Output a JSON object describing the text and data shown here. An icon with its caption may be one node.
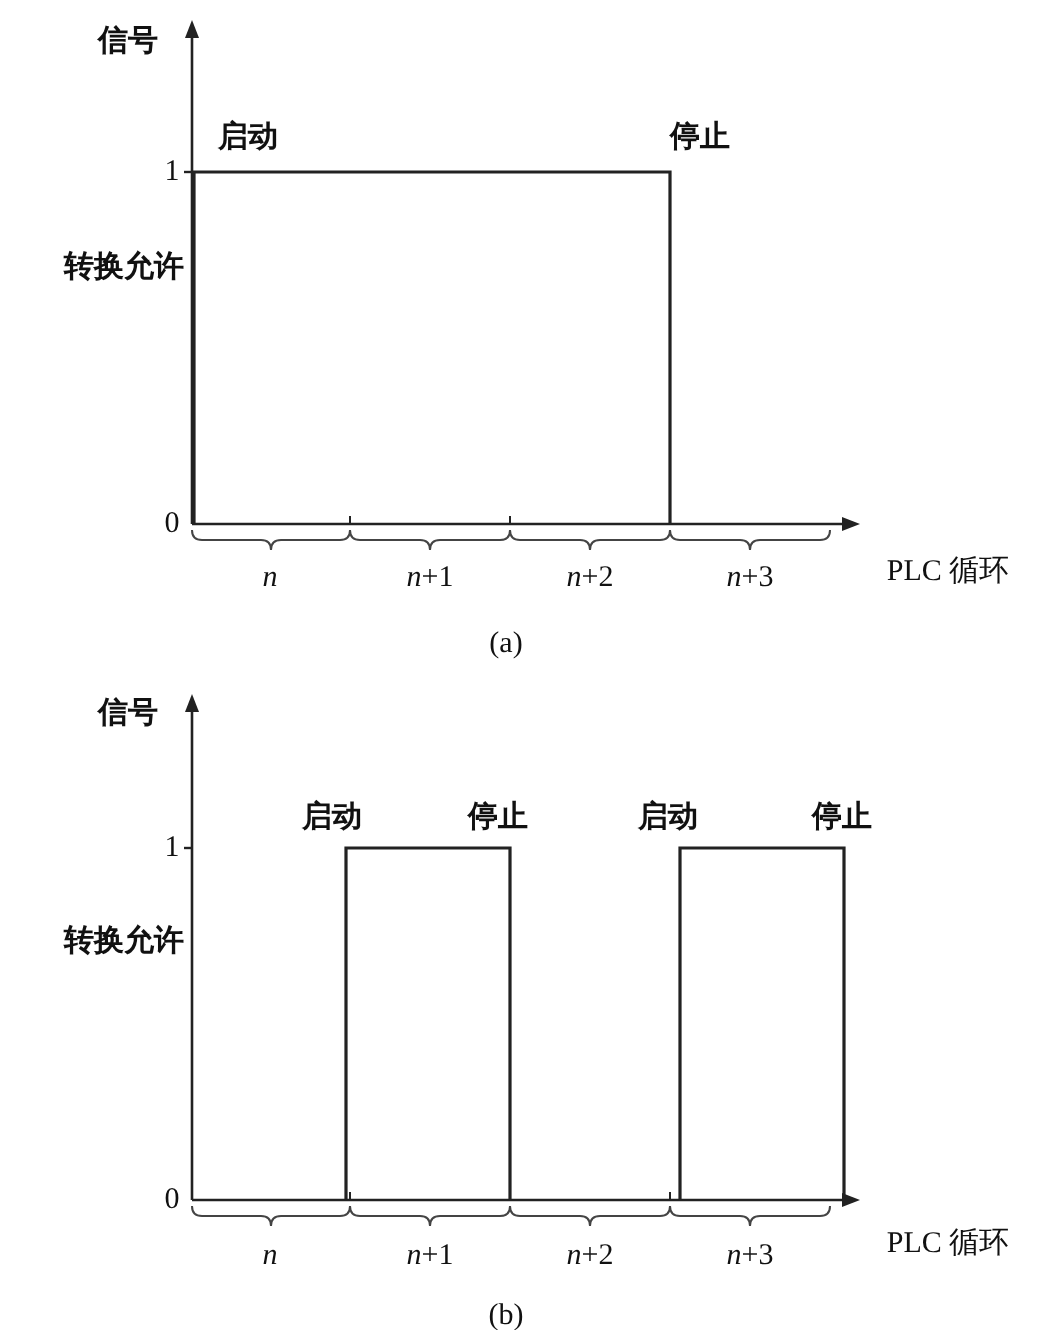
{
  "diagram": {
    "labels": [
      "信号",
      "启动",
      "停止",
      "1",
      "转换允许",
      "0",
      "*n*",
      "*n*+1",
      "*n*+2",
      "*n*+3",
      "PLC 循环",
      "(a)",
      "信号",
      "启动",
      "停止",
      "启动",
      "停止",
      "1",
      "转换允许",
      "0",
      "*n*",
      "*n*+1",
      "*n*+2",
      "*n*+3",
      "PLC 循环",
      "(b)"
    ]
  }
}
